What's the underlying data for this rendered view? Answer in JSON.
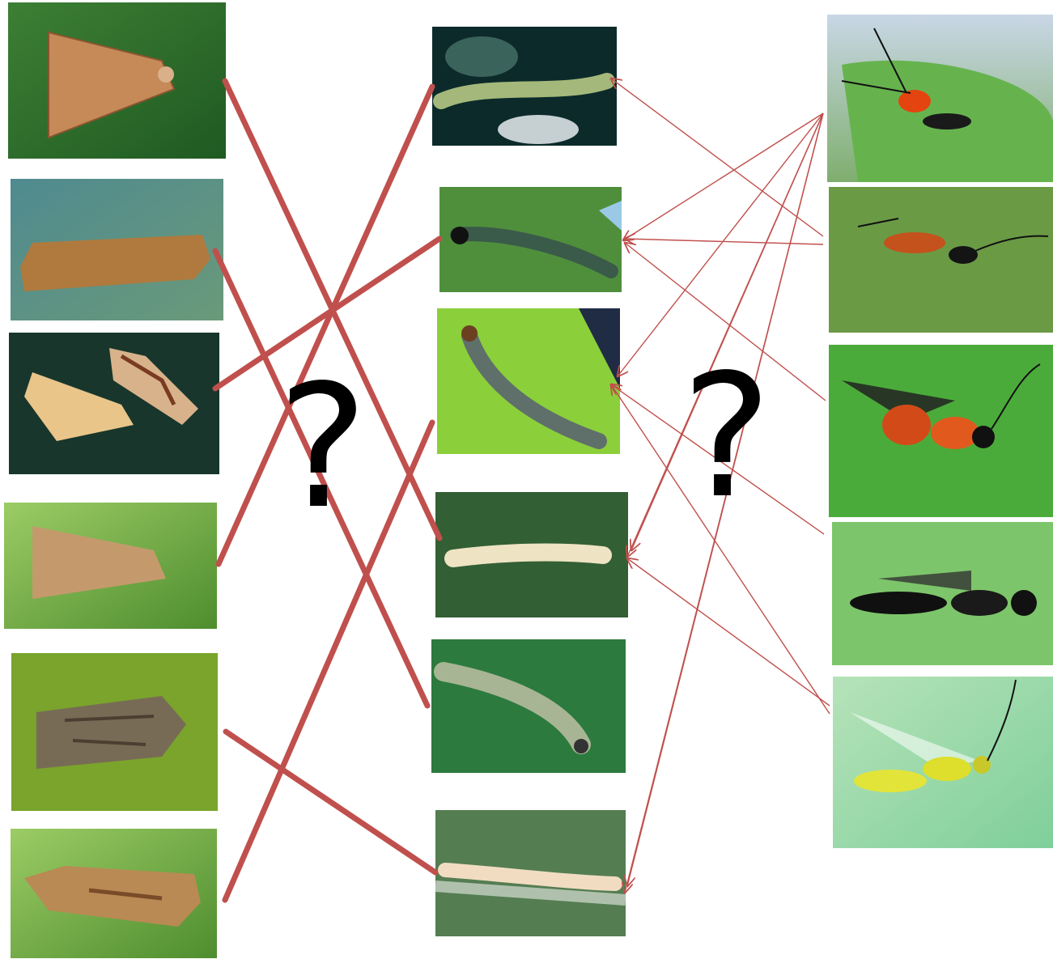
{
  "labels": {
    "question_left": "?",
    "question_right": "?"
  },
  "colors": {
    "line": "#c0504d",
    "arrow": "#c0504d",
    "leaf_dark": "#2f6b2a",
    "leaf_light": "#8bc34a"
  },
  "icons": {
    "moth": "moth-photo",
    "larva": "larva-photo",
    "wasp": "wasp-photo"
  }
}
